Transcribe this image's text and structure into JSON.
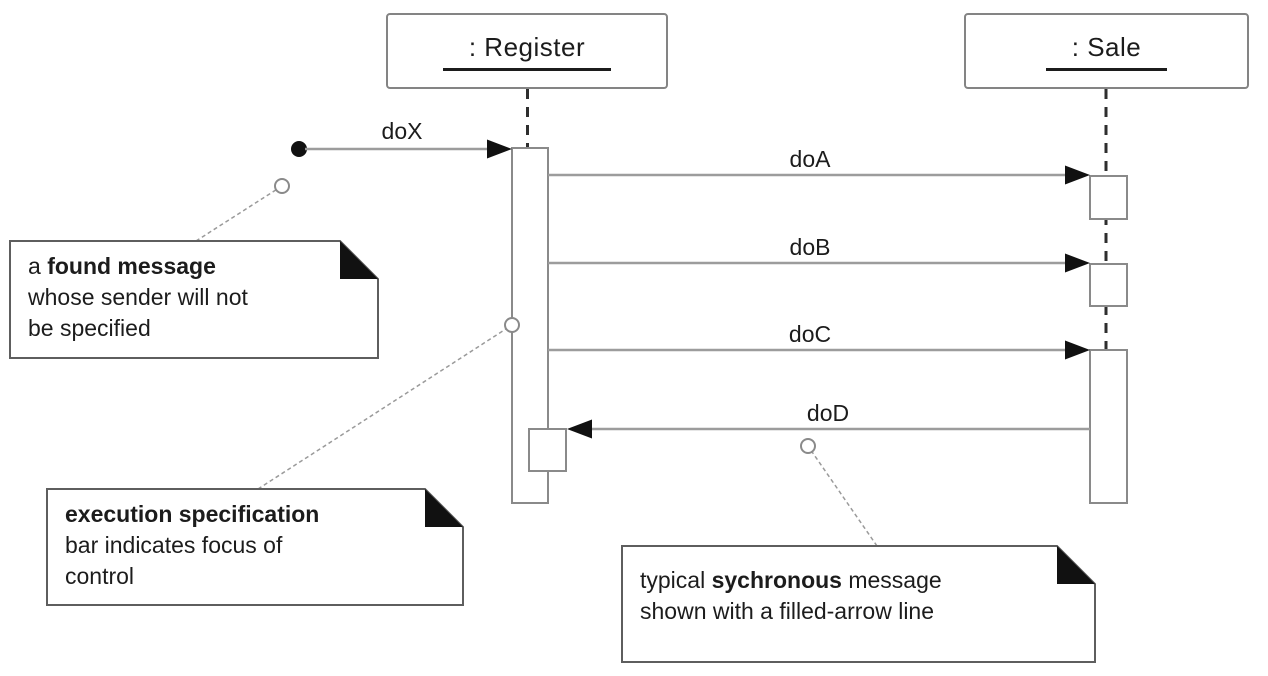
{
  "diagram": {
    "type": "uml-sequence-diagram",
    "participants": [
      {
        "name": ": Register"
      },
      {
        "name": ": Sale"
      }
    ],
    "messages": [
      {
        "label": "doX",
        "from": "found",
        "to": ": Register",
        "kind": "synchronous-found"
      },
      {
        "label": "doA",
        "from": ": Register",
        "to": ": Sale",
        "kind": "synchronous"
      },
      {
        "label": "doB",
        "from": ": Register",
        "to": ": Sale",
        "kind": "synchronous"
      },
      {
        "label": "doC",
        "from": ": Register",
        "to": ": Sale",
        "kind": "synchronous"
      },
      {
        "label": "doD",
        "from": ": Sale",
        "to": ": Register",
        "kind": "synchronous"
      }
    ],
    "notes": [
      {
        "line1_prefix": "a ",
        "line1_bold": "found message",
        "line1_suffix": "",
        "line2": "whose sender will not",
        "line3": "be specified"
      },
      {
        "line1_prefix": "",
        "line1_bold": "execution specification",
        "line1_suffix": "",
        "line2": "bar indicates focus of",
        "line3": "control"
      },
      {
        "line1_prefix": "typical ",
        "line1_bold": "sychronous",
        "line1_suffix": " message",
        "line2": "shown with a filled-arrow line",
        "line3": ""
      }
    ],
    "colors": {
      "background": "#ffffff",
      "box_border": "#848484",
      "bar_border": "#8a8a8a",
      "message_line": "#9c9c9c",
      "lifeline": "#2e2e2e",
      "note_border": "#5e5e5e",
      "note_fold": "#111111",
      "arrowhead": "#111111",
      "text": "#1c1c1c"
    }
  }
}
